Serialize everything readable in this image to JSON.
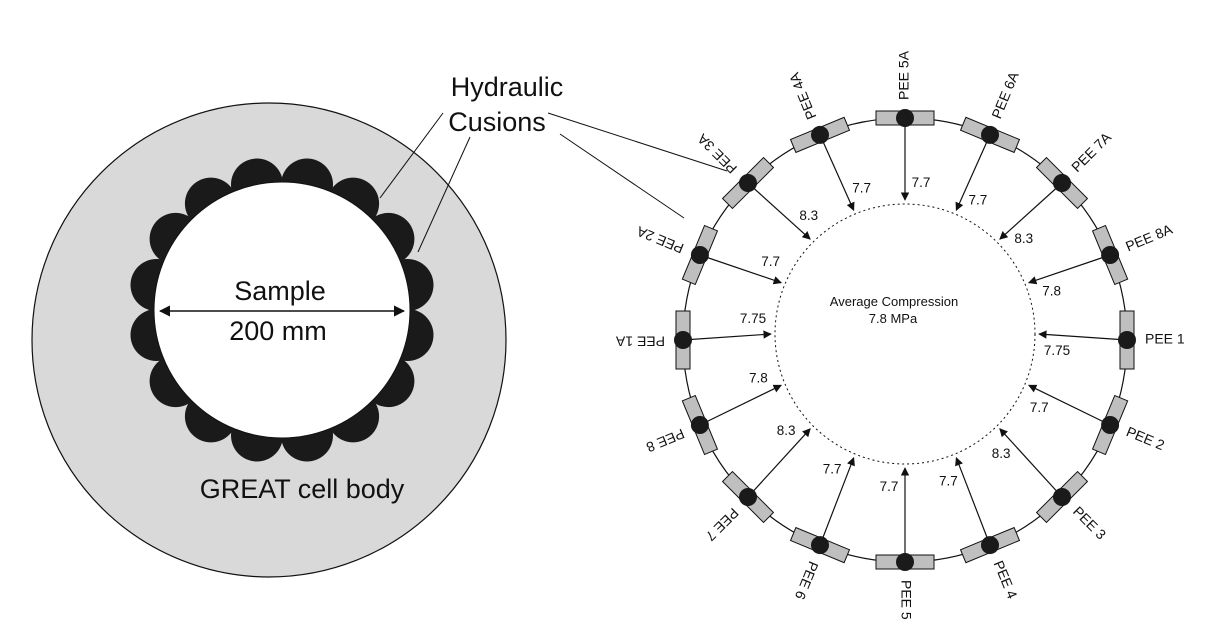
{
  "left": {
    "cell_label": "GREAT cell body",
    "sample_label": "Sample",
    "diameter_label": "200 mm",
    "cushion_label_line1": "Hydraulic",
    "cushion_label_line2": "Cusions"
  },
  "right": {
    "center_line1": "Average Compression",
    "center_line2": "7.8 MPa",
    "sensors": [
      {
        "id": "PEE 1",
        "angle": 0,
        "value": "7.75"
      },
      {
        "id": "PEE 2",
        "angle": 22.5,
        "value": "7.7"
      },
      {
        "id": "PEE 3",
        "angle": 45,
        "value": "8.3"
      },
      {
        "id": "PEE 4",
        "angle": 67.5,
        "value": "7.7"
      },
      {
        "id": "PEE 5",
        "angle": 90,
        "value": "7.7"
      },
      {
        "id": "PEE 6",
        "angle": 112.5,
        "value": "7.7"
      },
      {
        "id": "PEE 7",
        "angle": 135,
        "value": "8.3"
      },
      {
        "id": "PEE 8",
        "angle": 157.5,
        "value": "7.8"
      },
      {
        "id": "PEE 1A",
        "angle": 180,
        "value": "7.75"
      },
      {
        "id": "PEE 2A",
        "angle": 202.5,
        "value": "7.7"
      },
      {
        "id": "PEE 3A",
        "angle": 225,
        "value": "8.3"
      },
      {
        "id": "PEE 4A",
        "angle": 247.5,
        "value": "7.7"
      },
      {
        "id": "PEE 5A",
        "angle": 270,
        "value": "7.7"
      },
      {
        "id": "PEE 6A",
        "angle": 292.5,
        "value": "7.7"
      },
      {
        "id": "PEE 7A",
        "angle": 315,
        "value": "8.3"
      },
      {
        "id": "PEE 8A",
        "angle": 337.5,
        "value": "7.8"
      }
    ]
  },
  "colors": {
    "cell_body": "#d9d9d9",
    "cushion": "#1a1a1a",
    "sensor_pad": "#bfbfbf",
    "line": "#111111"
  }
}
